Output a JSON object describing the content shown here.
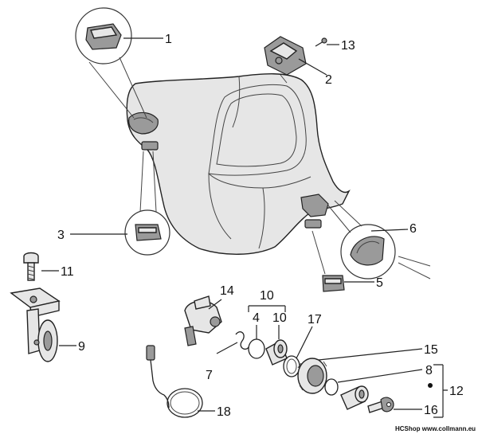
{
  "labels": {
    "l1": "1",
    "l2": "2",
    "l3": "3",
    "l4": "4",
    "l5": "5",
    "l6": "6",
    "l7": "7",
    "l8": "8",
    "l9": "9",
    "l10a": "10",
    "l10b": "10",
    "l11": "11",
    "l12": "12",
    "l13": "13",
    "l14": "14",
    "l15": "15",
    "l16": "16",
    "l17": "17",
    "l18": "18"
  },
  "credit": "HCShop www.collmann.eu"
}
